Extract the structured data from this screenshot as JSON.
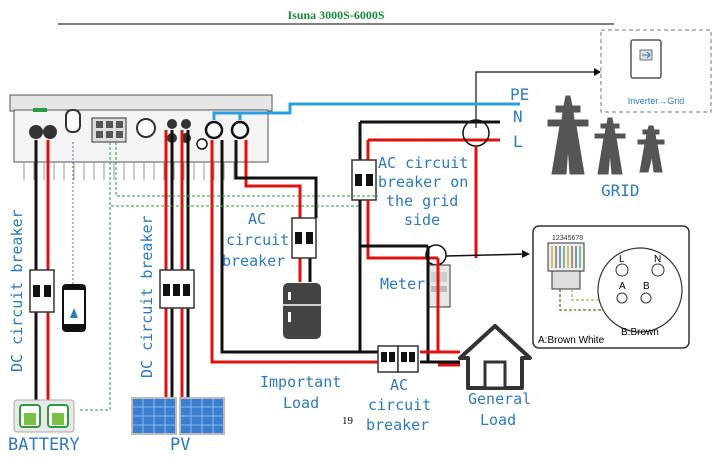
{
  "header": {
    "title": "Isuna 3000S-6000S"
  },
  "labels": {
    "dc_breaker_left": "DC circuit breaker",
    "dc_breaker_mid": "DC circuit breaker",
    "battery": "BATTERY",
    "pv": "PV",
    "ac_breaker_load": [
      "AC",
      "circuit",
      "breaker"
    ],
    "ac_breaker_grid": [
      "AC circuit",
      "breaker on",
      "the grid",
      "side"
    ],
    "meter": "Meter",
    "important_load": [
      "Important",
      "Load"
    ],
    "ac_breaker_bottom": [
      "AC",
      "circuit",
      "breaker"
    ],
    "general_load": [
      "General",
      "Load"
    ],
    "grid": "GRID",
    "pe": "PE",
    "n": "N",
    "l": "L",
    "inverter_to_grid": "Inverter→Grid",
    "meter_terminals": "12345678",
    "meter_l": "L",
    "meter_n": "N",
    "meter_a": "A",
    "meter_b": "B",
    "brown_white": "A:Brown White",
    "brown": "B:Brown",
    "page_number": "19"
  },
  "colors": {
    "red_wire": "#e01010",
    "black_wire": "#111111",
    "pe_wire": "#2aa0e0",
    "comm_dashed": "#2a9a3a",
    "label_blue": "#2a7bbf",
    "title_green": "#1a8a3a"
  }
}
